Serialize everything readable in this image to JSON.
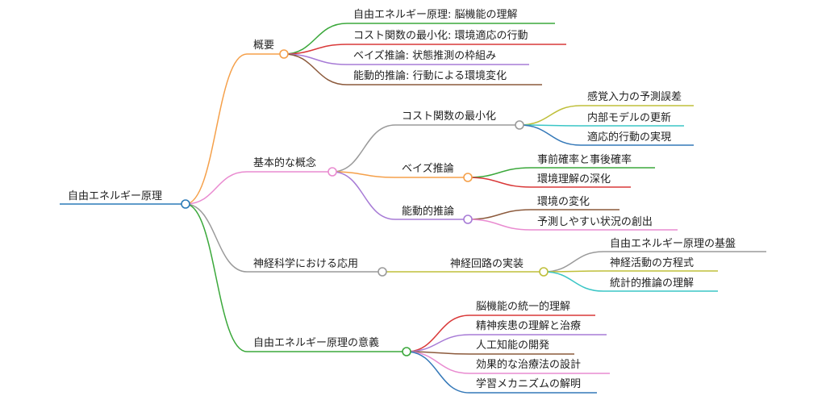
{
  "colors": {
    "root": "#2a7ab8",
    "orange": "#f5a04a",
    "pink": "#e98bd0",
    "gray": "#9a9a9a",
    "green": "#3ba83b",
    "red": "#d93838",
    "purple": "#a77bd6",
    "brown": "#8c5a3c",
    "olive": "#bfbf3a",
    "cyan": "#3bc6c6",
    "blue": "#3478b8"
  },
  "mindmap": {
    "root": "自由エネルギー原理",
    "branches": [
      {
        "label": "概要",
        "color": "orange",
        "children": [
          {
            "label": "自由エネルギー原理: 脳機能の理解",
            "color": "green"
          },
          {
            "label": "コスト関数の最小化: 環境適応の行動",
            "color": "red"
          },
          {
            "label": "ベイズ推論: 状態推測の枠組み",
            "color": "purple"
          },
          {
            "label": "能動的推論: 行動による環境変化",
            "color": "brown"
          }
        ]
      },
      {
        "label": "基本的な概念",
        "color": "pink",
        "children": [
          {
            "label": "コスト関数の最小化",
            "color": "gray",
            "children": [
              {
                "label": "感覚入力の予測誤差",
                "color": "olive"
              },
              {
                "label": "内部モデルの更新",
                "color": "cyan"
              },
              {
                "label": "適応的行動の実現",
                "color": "blue"
              }
            ]
          },
          {
            "label": "ベイズ推論",
            "color": "orange",
            "children": [
              {
                "label": "事前確率と事後確率",
                "color": "green"
              },
              {
                "label": "環境理解の深化",
                "color": "red"
              }
            ]
          },
          {
            "label": "能動的推論",
            "color": "purple",
            "children": [
              {
                "label": "環境の変化",
                "color": "brown"
              },
              {
                "label": "予測しやすい状況の創出",
                "color": "pink"
              }
            ]
          }
        ]
      },
      {
        "label": "神経科学における応用",
        "color": "gray",
        "children": [
          {
            "label": "神経回路の実装",
            "color": "olive",
            "children": [
              {
                "label": "自由エネルギー原理の基盤",
                "color": "gray"
              },
              {
                "label": "神経活動の方程式",
                "color": "olive"
              },
              {
                "label": "統計的推論の理解",
                "color": "cyan"
              }
            ]
          }
        ]
      },
      {
        "label": "自由エネルギー原理の意義",
        "color": "green",
        "children": [
          {
            "label": "脳機能の統一的理解",
            "color": "red"
          },
          {
            "label": "精神疾患の理解と治療",
            "color": "purple"
          },
          {
            "label": "人工知能の開発",
            "color": "brown"
          },
          {
            "label": "効果的な治療法の設計",
            "color": "pink"
          },
          {
            "label": "学習メカニズムの解明",
            "color": "blue"
          }
        ]
      }
    ]
  }
}
